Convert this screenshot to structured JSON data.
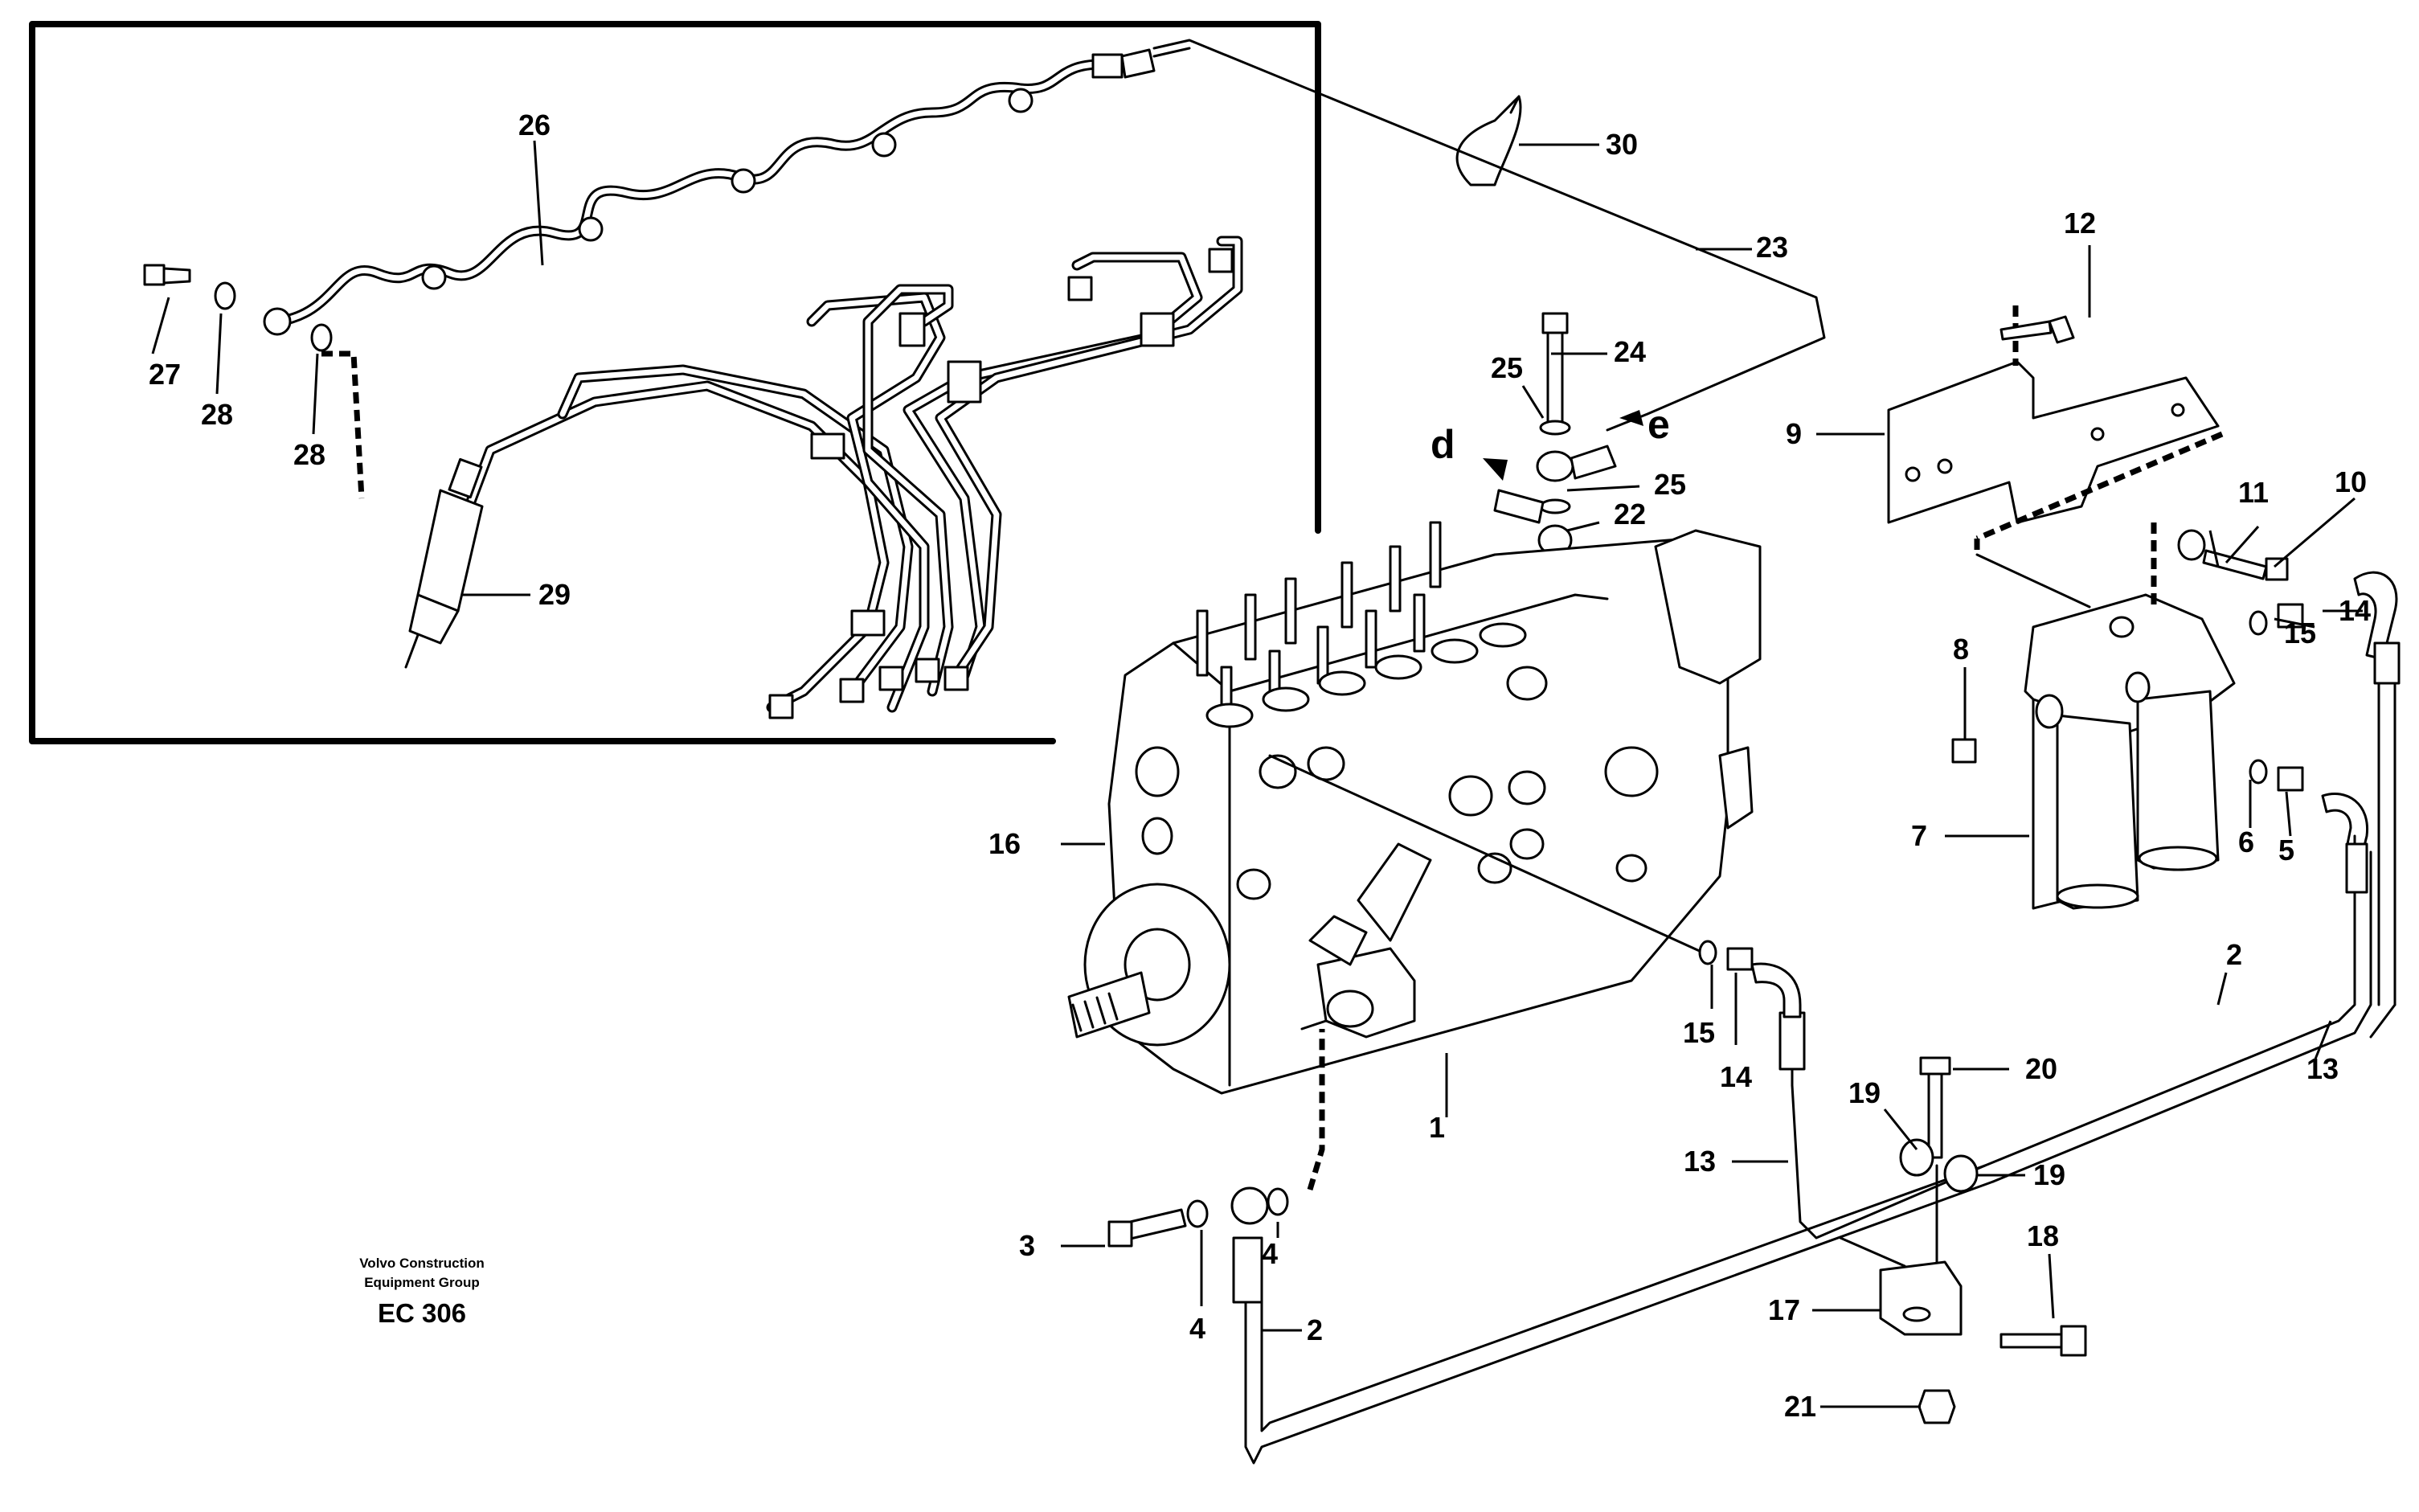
{
  "diagram": {
    "callouts": [
      {
        "id": "c1",
        "label": "1"
      },
      {
        "id": "c2a",
        "label": "2"
      },
      {
        "id": "c2b",
        "label": "2"
      },
      {
        "id": "c3",
        "label": "3"
      },
      {
        "id": "c4a",
        "label": "4"
      },
      {
        "id": "c4b",
        "label": "4"
      },
      {
        "id": "c5",
        "label": "5"
      },
      {
        "id": "c6",
        "label": "6"
      },
      {
        "id": "c7",
        "label": "7"
      },
      {
        "id": "c8",
        "label": "8"
      },
      {
        "id": "c9",
        "label": "9"
      },
      {
        "id": "c10",
        "label": "10"
      },
      {
        "id": "c11",
        "label": "11"
      },
      {
        "id": "c12",
        "label": "12"
      },
      {
        "id": "c13a",
        "label": "13"
      },
      {
        "id": "c13b",
        "label": "13"
      },
      {
        "id": "c14a",
        "label": "14"
      },
      {
        "id": "c14b",
        "label": "14"
      },
      {
        "id": "c15a",
        "label": "15"
      },
      {
        "id": "c15b",
        "label": "15"
      },
      {
        "id": "c16",
        "label": "16"
      },
      {
        "id": "c17",
        "label": "17"
      },
      {
        "id": "c18",
        "label": "18"
      },
      {
        "id": "c19a",
        "label": "19"
      },
      {
        "id": "c19b",
        "label": "19"
      },
      {
        "id": "c20",
        "label": "20"
      },
      {
        "id": "c21",
        "label": "21"
      },
      {
        "id": "c22",
        "label": "22"
      },
      {
        "id": "c23",
        "label": "23"
      },
      {
        "id": "c24",
        "label": "24"
      },
      {
        "id": "c25a",
        "label": "25"
      },
      {
        "id": "c25b",
        "label": "25"
      },
      {
        "id": "c26",
        "label": "26"
      },
      {
        "id": "c27",
        "label": "27"
      },
      {
        "id": "c28a",
        "label": "28"
      },
      {
        "id": "c28b",
        "label": "28"
      },
      {
        "id": "c29",
        "label": "29"
      },
      {
        "id": "c30",
        "label": "30"
      }
    ],
    "view_markers": {
      "d": "d",
      "e": "e"
    }
  },
  "footer": {
    "organization_line1": "Volvo Construction",
    "organization_line2": "Equipment Group",
    "code": "EC 306"
  }
}
